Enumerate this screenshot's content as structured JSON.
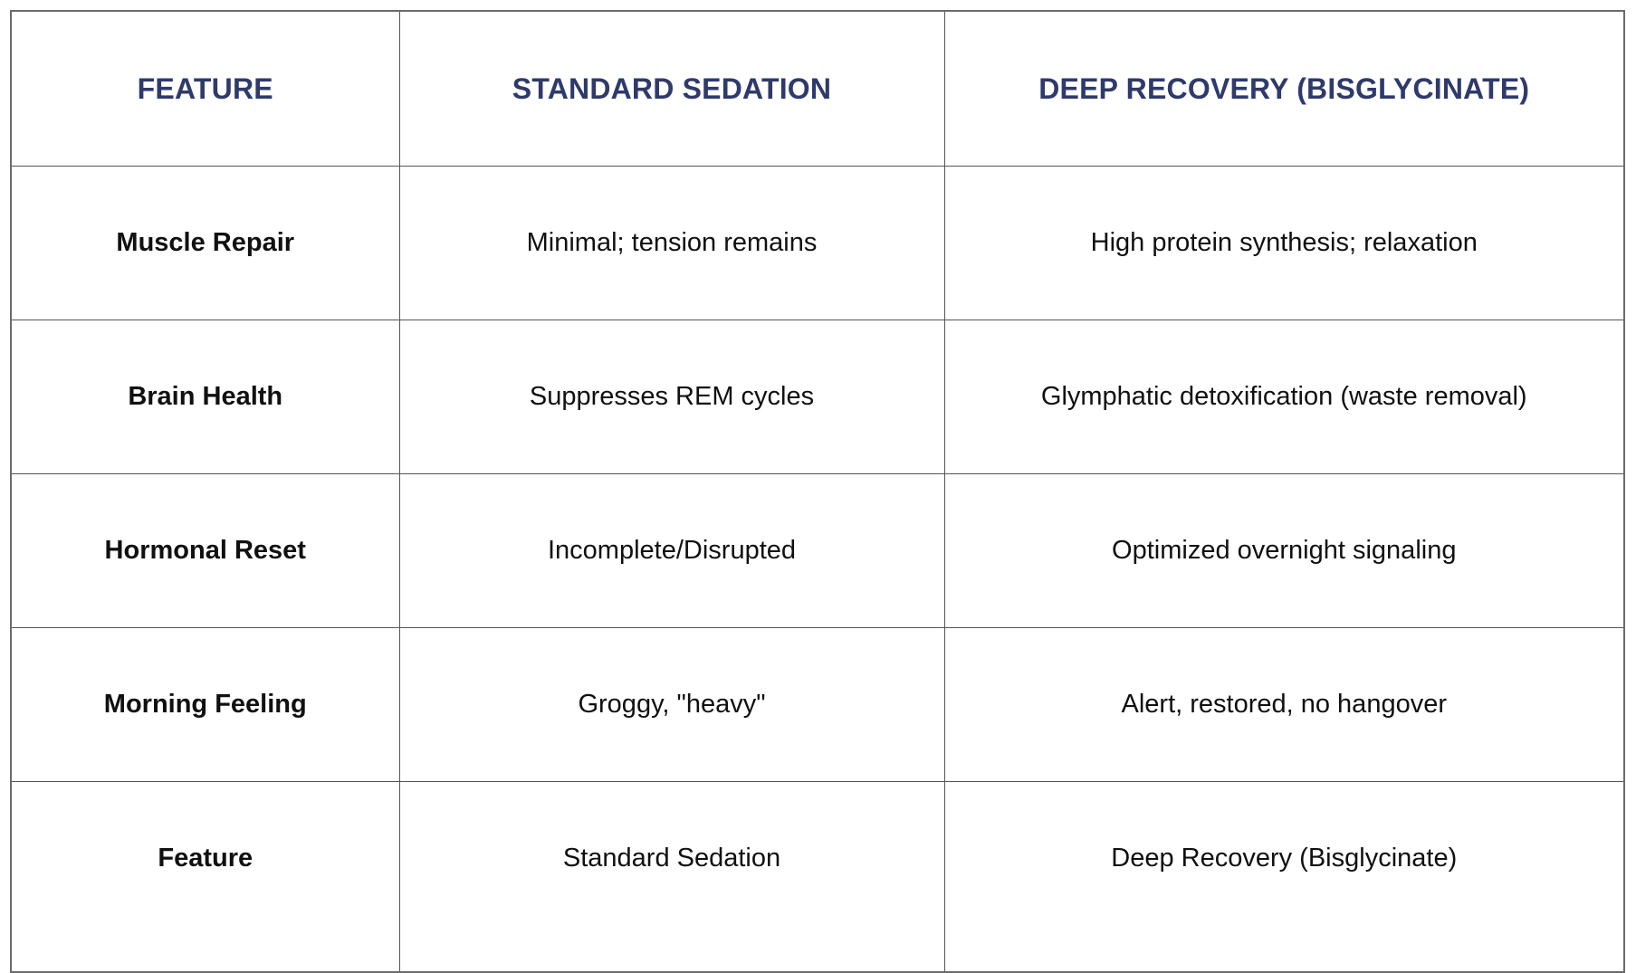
{
  "table": {
    "columns": [
      {
        "key": "feature",
        "header": "FEATURE"
      },
      {
        "key": "standard",
        "header": "STANDARD SEDATION"
      },
      {
        "key": "deep",
        "header": "DEEP RECOVERY (BISGLYCINATE)"
      }
    ],
    "header_color": "#2f3a6b",
    "body_color": "#101010",
    "border_color": "#555555",
    "outer_border_color": "#6b6b6b",
    "background": "#ffffff",
    "rows": [
      {
        "feature": "Muscle Repair",
        "standard": "Minimal; tension remains",
        "deep": "High protein synthesis; relaxation"
      },
      {
        "feature": "Brain Health",
        "standard": "Suppresses REM cycles",
        "deep": "Glymphatic detoxification (waste removal)"
      },
      {
        "feature": "Hormonal Reset",
        "standard": "Incomplete/Disrupted",
        "deep": "Optimized overnight signaling"
      },
      {
        "feature": "Morning Feeling",
        "standard": "Groggy, \"heavy\"",
        "deep": "Alert, restored, no hangover"
      },
      {
        "feature": "Feature",
        "standard": "Standard Sedation",
        "deep": "Deep Recovery (Bisglycinate)"
      }
    ]
  }
}
